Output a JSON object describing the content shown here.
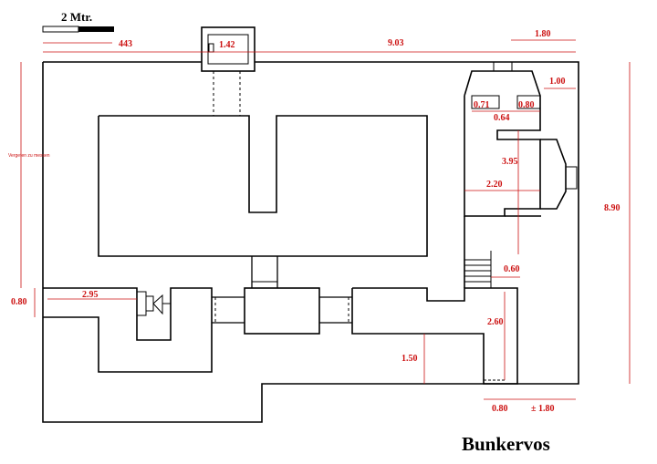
{
  "title": "Bunkervos",
  "scale": {
    "label": "2 Mtr."
  },
  "dimensions": {
    "total_width": "9.03",
    "left_offset": "443",
    "top_right": "1.80",
    "right_upper": "1.00",
    "stair_071": "0.71",
    "stair_080": "0.80",
    "stair_064": "0.64",
    "tower": "1.42",
    "right_395": "3.95",
    "right_220": "2.20",
    "right_060": "0.60",
    "height_890": "8.90",
    "left_080": "0.80",
    "left_295": "2.95",
    "mid_150": "1.50",
    "right_260": "2.60",
    "bottom_080": "0.80",
    "bottom_180": "± 1.80"
  },
  "note": "Vergeten zu messen",
  "colors": {
    "walls": "#000000",
    "dimensions": "#cc1111"
  }
}
